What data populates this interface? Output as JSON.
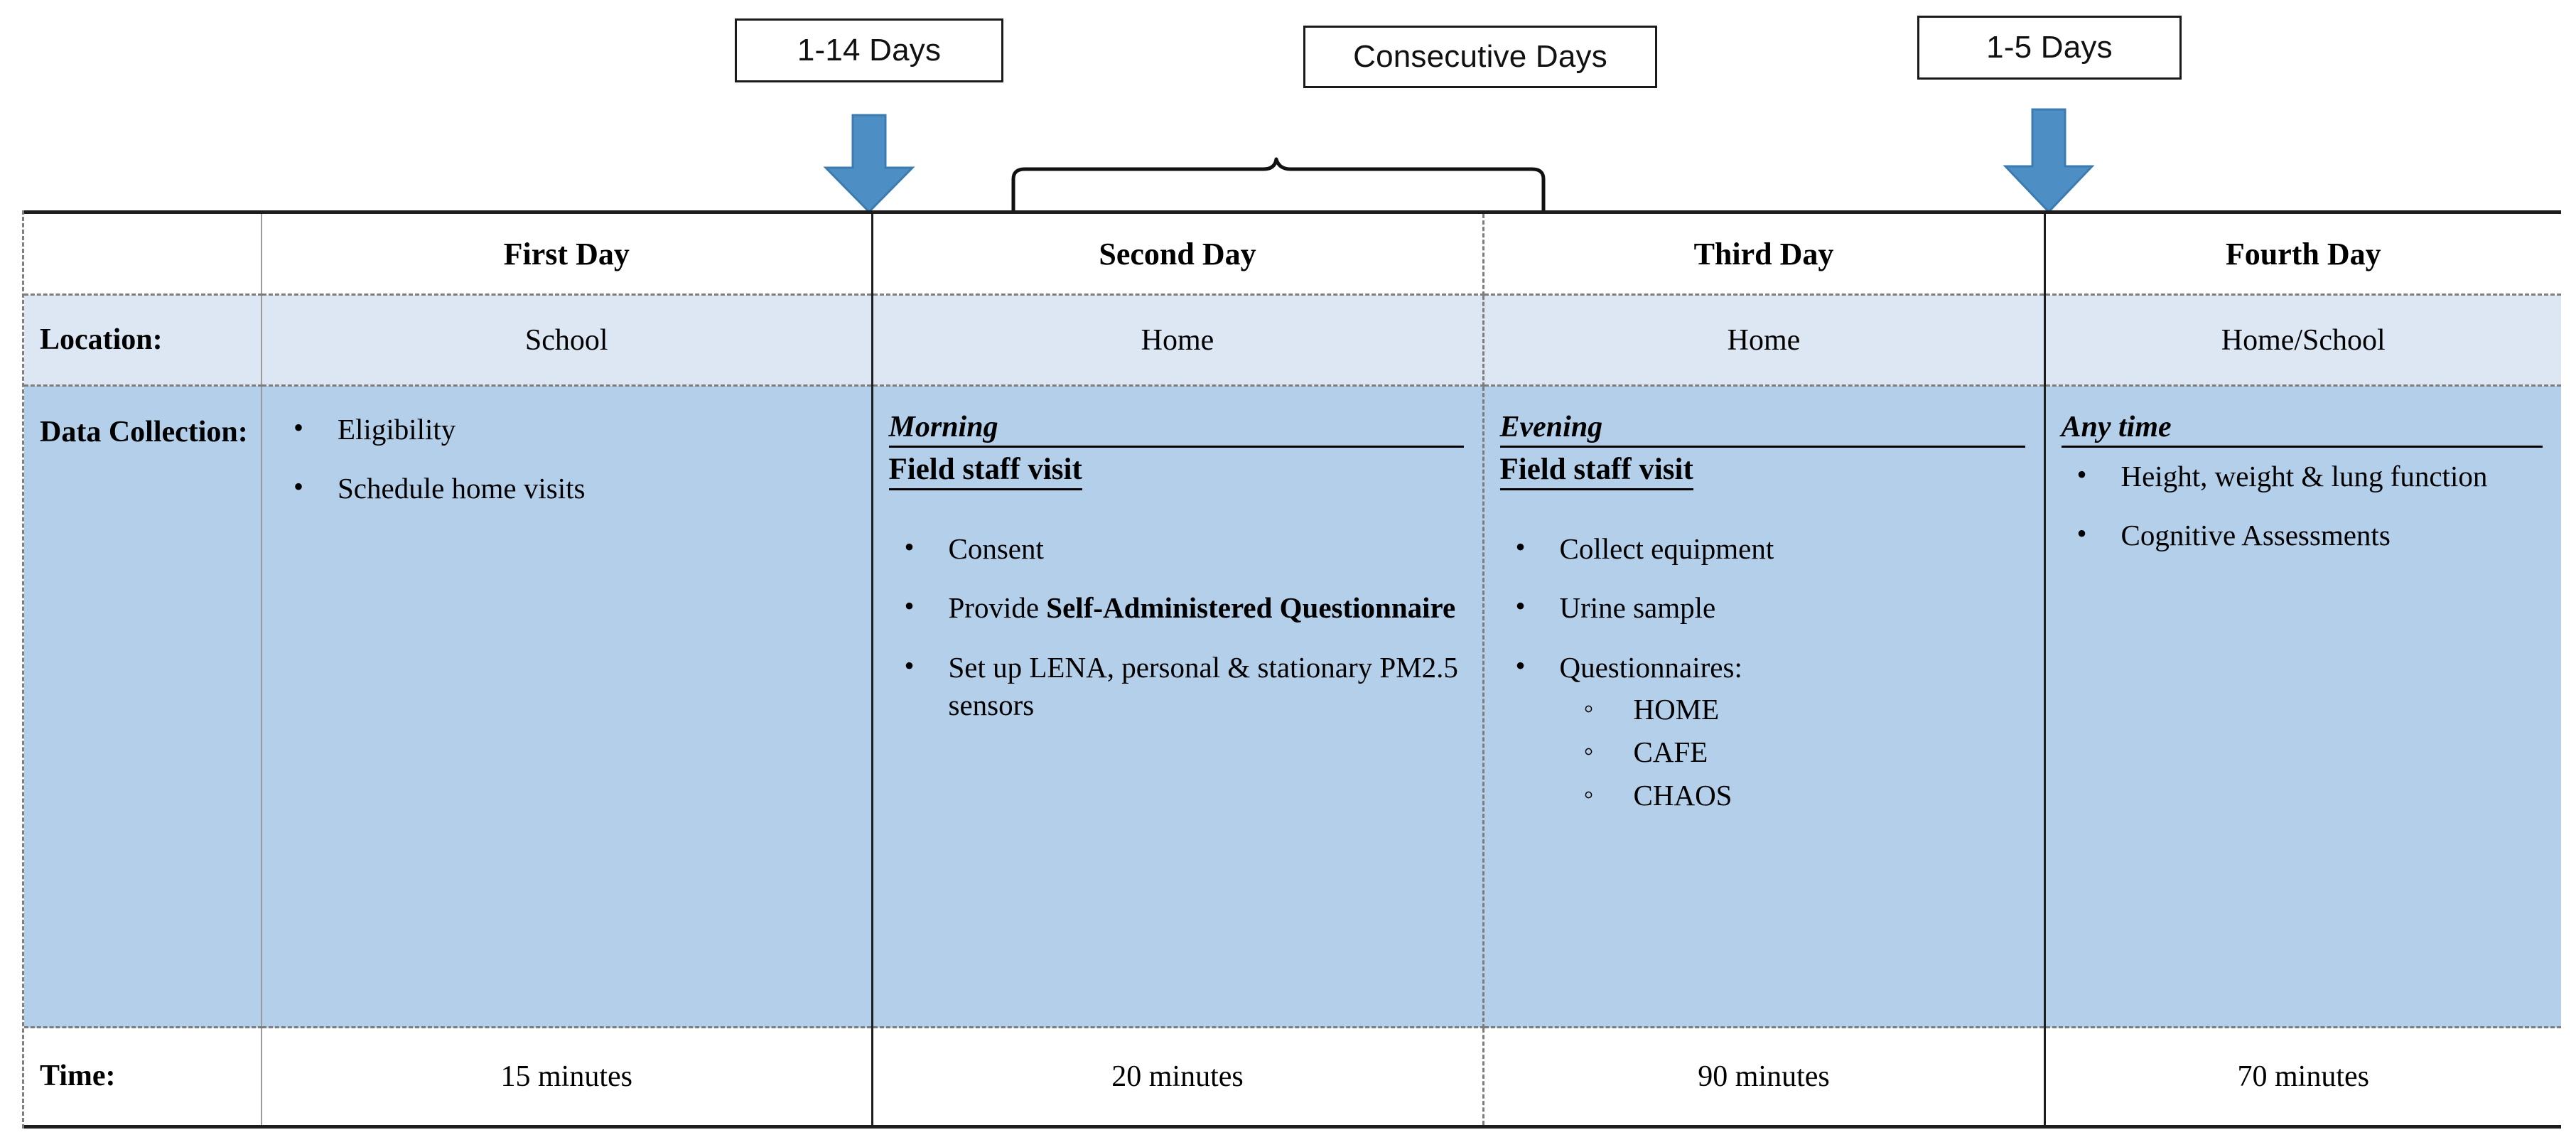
{
  "annotations": {
    "gap_first_to_second": "1-14 Days",
    "consecutive": "Consecutive Days",
    "gap_third_to_fourth": "1-5 Days"
  },
  "colors": {
    "arrow_blue": "#4d8fc4",
    "arrow_blue_edge": "#3c7bb0",
    "header_row_bg": "#ffffff",
    "location_row_bg": "#dce7f3",
    "data_row_bg": "#b4cfe9",
    "time_row_bg": "#ffffff",
    "border_dark": "#1d1d1d",
    "border_dashed": "#7d7d7d"
  },
  "table": {
    "row_labels": {
      "header": "",
      "location": "Location:",
      "data_collection": "Data Collection:",
      "time": "Time:"
    },
    "columns": [
      {
        "key": "first",
        "header": "First Day",
        "location": "School",
        "time": "15 minutes",
        "phase": "",
        "visit": "",
        "bullets": [
          {
            "text": "Eligibility"
          },
          {
            "text": "Schedule home visits"
          }
        ]
      },
      {
        "key": "second",
        "header": "Second Day",
        "location": "Home",
        "time": "20 minutes",
        "phase": "Morning",
        "visit": "Field staff visit",
        "bullets": [
          {
            "text": "Consent"
          },
          {
            "text": "Provide ",
            "bold_text": "Self-Administered Questionnaire"
          },
          {
            "text": "Set up LENA, personal & stationary PM2.5 sensors"
          }
        ]
      },
      {
        "key": "third",
        "header": "Third Day",
        "location": "Home",
        "time": "90 minutes",
        "phase": "Evening",
        "visit": "Field staff visit",
        "bullets": [
          {
            "text": "Collect equipment"
          },
          {
            "text": "Urine sample"
          },
          {
            "text": "Questionnaires:",
            "sub": [
              "HOME",
              "CAFE",
              "CHAOS"
            ]
          }
        ]
      },
      {
        "key": "fourth",
        "header": "Fourth Day",
        "location": "Home/School",
        "time": "70 minutes",
        "phase": "Any time",
        "visit": "",
        "bullets": [
          {
            "text": "Height, weight & lung function"
          },
          {
            "text": "Cognitive Assessments"
          }
        ]
      }
    ]
  }
}
